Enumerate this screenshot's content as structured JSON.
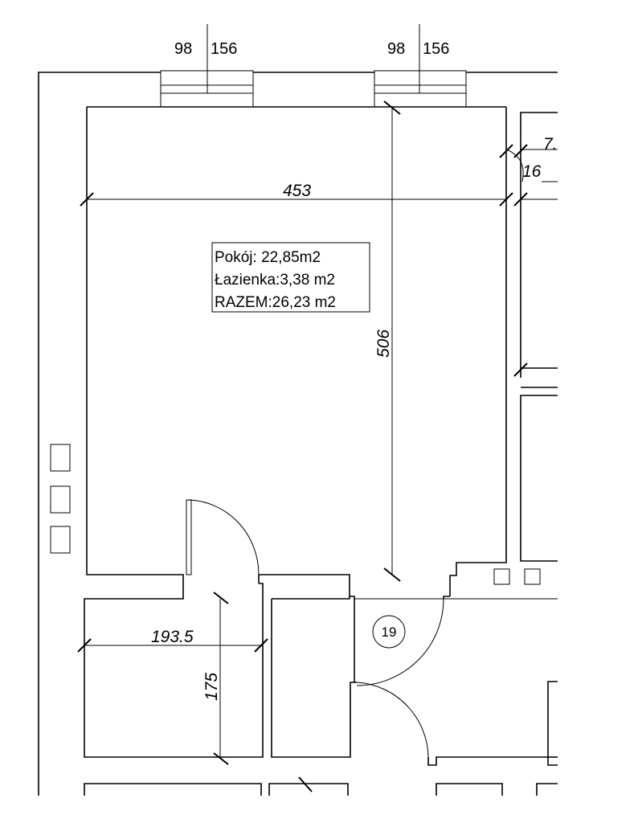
{
  "window_labels": [
    {
      "left": "98",
      "right": "156"
    },
    {
      "left": "98",
      "right": "156"
    }
  ],
  "dimensions": {
    "room_width": "453",
    "room_height": "506",
    "bath_width": "193.5",
    "bath_height": "175",
    "side_top": "7.",
    "side_small": "16"
  },
  "area_box": {
    "room": "Pokój: 22,85m2",
    "bathroom": "Łazienka:3,38 m2",
    "total": "RAZEM:26,23 m2"
  },
  "unit_number": "19"
}
